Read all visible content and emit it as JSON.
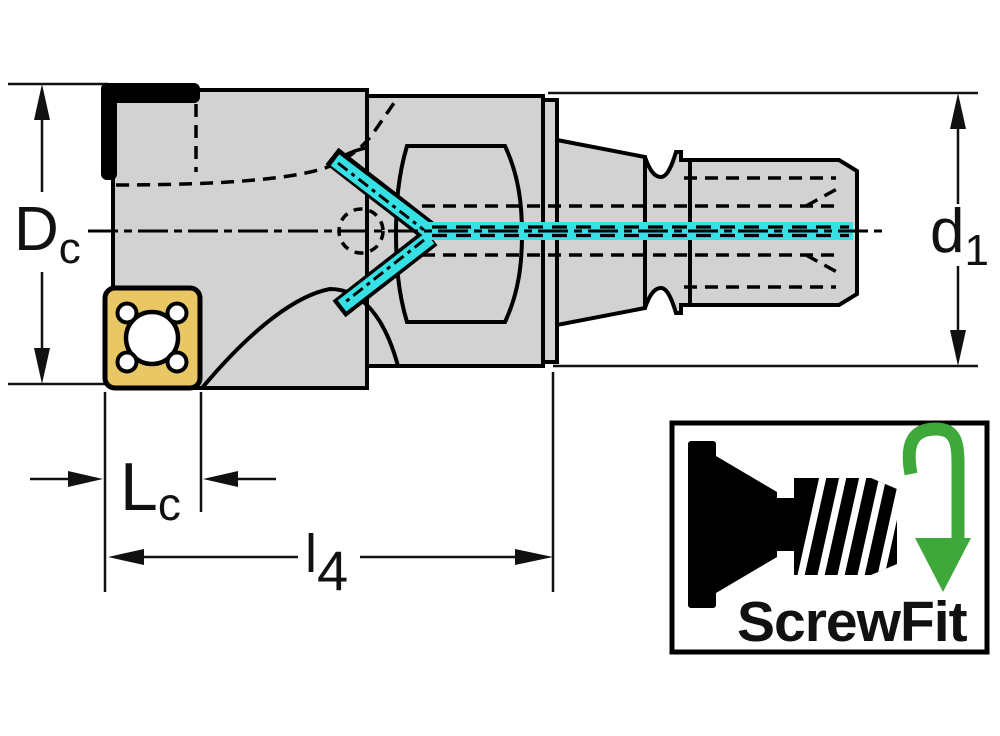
{
  "drawing": {
    "title": "ScrewFit milling cutter technical drawing",
    "dimension_labels": {
      "dc": {
        "main": "D",
        "sub": "c"
      },
      "d1": {
        "main": "d",
        "sub": "1"
      },
      "lc": {
        "main": "L",
        "sub": "c"
      },
      "l4": {
        "main": "l",
        "sub": "4"
      }
    },
    "badge": {
      "label": "ScrewFit"
    },
    "colors": {
      "body_gray": "#d2d2d2",
      "outline_black": "#000000",
      "coolant_cyan": "#35e1e4",
      "insert_yellow": "#eac765",
      "arrow_green": "#3fa83b",
      "hole_white": "#ffffff"
    }
  }
}
